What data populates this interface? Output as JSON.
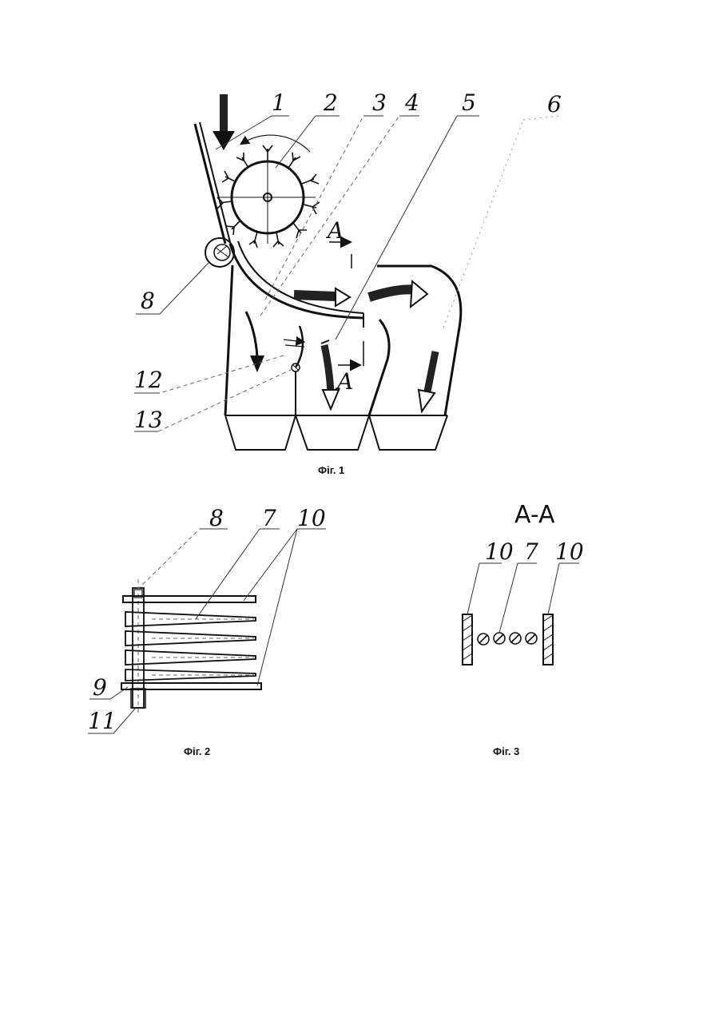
{
  "fig1": {
    "caption": "Фіг. 1",
    "labels": [
      "1",
      "2",
      "3",
      "4",
      "5",
      "6",
      "8",
      "12",
      "13"
    ],
    "section_marks": [
      "A",
      "A"
    ]
  },
  "fig2": {
    "caption": "Фіг. 2",
    "labels": [
      "8",
      "7",
      "10",
      "9",
      "11"
    ]
  },
  "fig3": {
    "caption": "Фіг. 3",
    "title": "A-A",
    "labels": [
      "10",
      "7",
      "10"
    ]
  }
}
